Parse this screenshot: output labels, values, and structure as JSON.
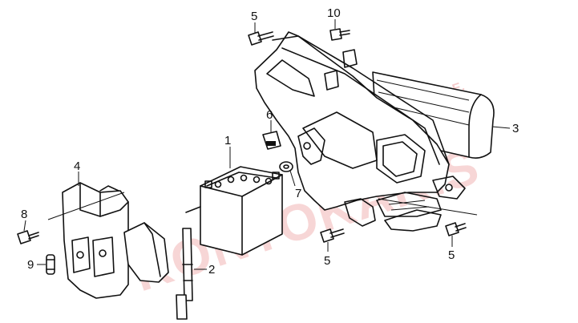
{
  "watermark": {
    "main": "KONTOKAKIS",
    "suffix": "A.E."
  },
  "callouts": {
    "c1": "1",
    "c2": "2",
    "c3": "3",
    "c4": "4",
    "c5a": "5",
    "c5b": "5",
    "c5c": "5",
    "c6": "6",
    "c7": "7",
    "c8": "8",
    "c9": "9",
    "c10": "10"
  },
  "colors": {
    "line": "#111111",
    "watermark": "#f2b6b6",
    "background": "#ffffff"
  }
}
